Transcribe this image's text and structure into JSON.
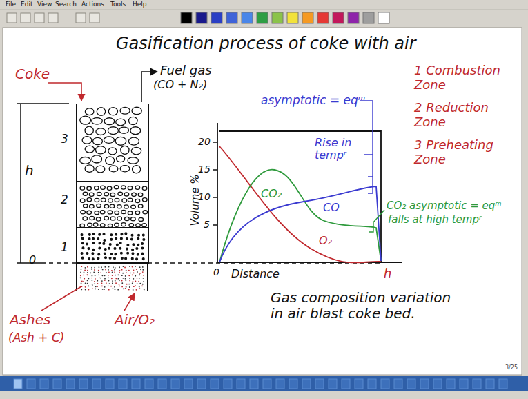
{
  "diagram": {
    "title": "Gasification process of coke with air",
    "nodes": [
      {
        "text": [
          "3"
        ]
      },
      {
        "text": [
          "2"
        ]
      },
      {
        "text": [
          "1"
        ]
      }
    ],
    "labels": [
      "File",
      "Edit",
      "View",
      "Search",
      "Actions",
      "Tools",
      "Help",
      "Coke",
      "Fuel gas",
      "(CO + N₂)",
      "h",
      "0",
      "Ashes",
      "(Ash + C)",
      "Air/O₂",
      "Volume %",
      "20",
      "15",
      "10",
      "5",
      "0",
      "Distance",
      "h",
      "CO₂",
      "CO",
      "O₂",
      "asymptotic = eqᵐ",
      "Rise in tempʳ",
      "CO₂ asymptotic = eqᵐ",
      "falls at high tempʳ",
      "1 Combustion Zone",
      "2 Reduction Zone",
      "3 Preheating Zone",
      "Gas composition variation in air blast coke bed.",
      "3/25"
    ]
  }
}
